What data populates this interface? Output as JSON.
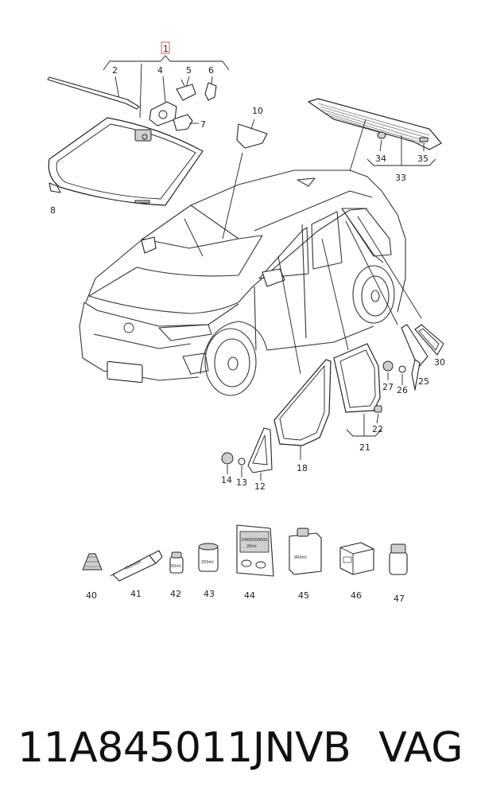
{
  "diagram": {
    "callouts": {
      "c1": "1",
      "c2": "2",
      "c4": "4",
      "c5": "5",
      "c6": "6",
      "c7": "7",
      "c8": "8",
      "c10": "10",
      "c12": "12",
      "c13": "13",
      "c14": "14",
      "c18": "18",
      "c21": "21",
      "c22": "22",
      "c25": "25",
      "c26": "26",
      "c27": "27",
      "c30": "30",
      "c33": "33",
      "c34": "34",
      "c35": "35",
      "c40": "40",
      "c41": "41",
      "c42": "42",
      "c43": "43",
      "c44": "44",
      "c45": "45",
      "c46": "46",
      "c47": "47"
    },
    "highlight_color": "#e0505a",
    "product_labels": {
      "tube": "Klebstoff",
      "small_bottle": "50ml",
      "can": "250ml",
      "bag_line1": "D000000000",
      "bag_line2": "20ml",
      "box": "900ml"
    }
  },
  "footer": {
    "part_number": "11A845011JNVB",
    "brand": "VAG"
  }
}
